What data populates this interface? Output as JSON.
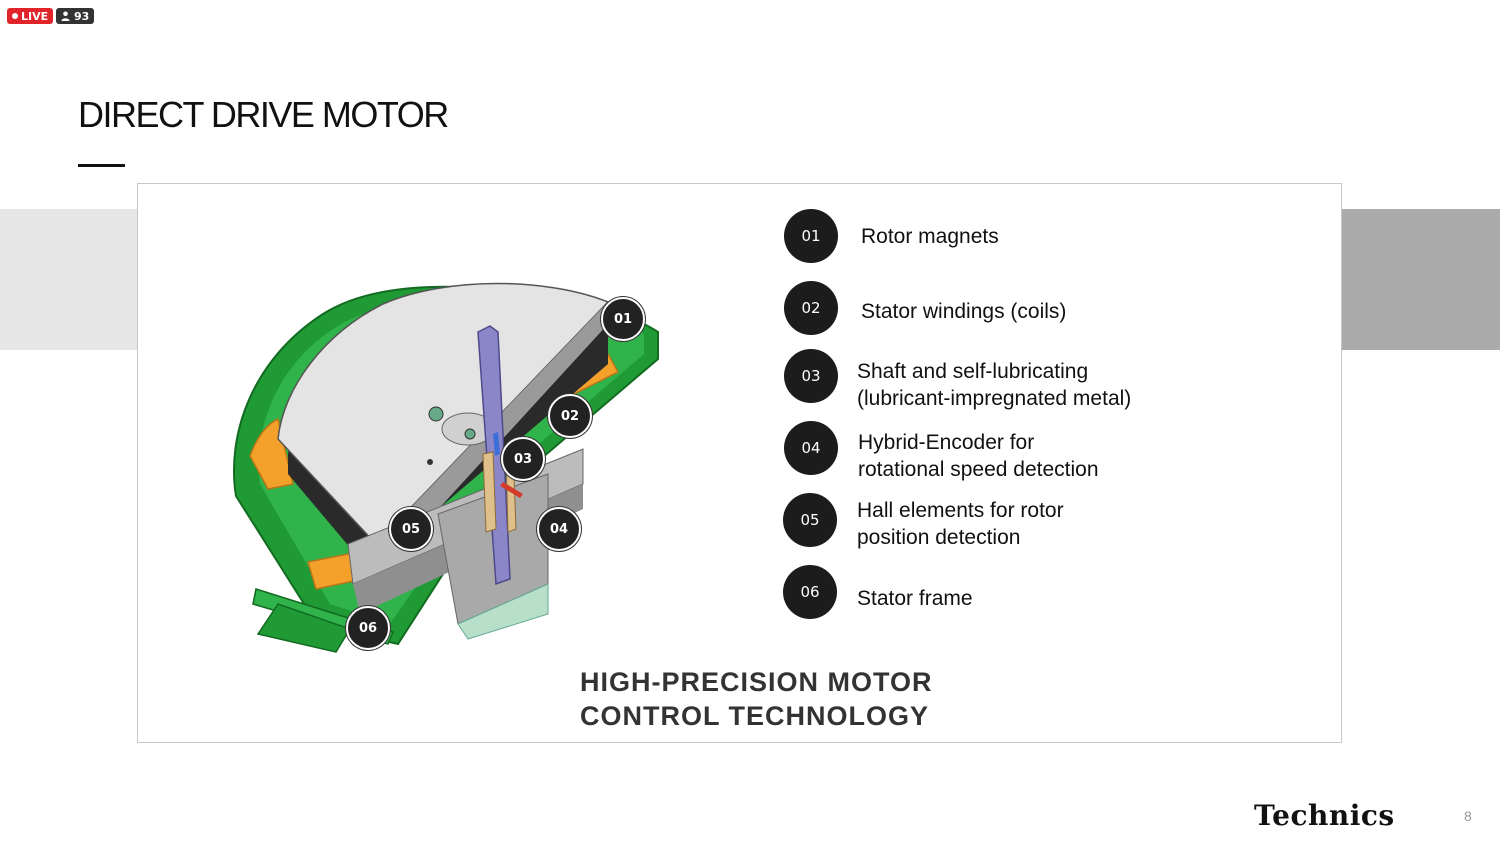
{
  "stream": {
    "live_label": "LIVE",
    "viewer_count": "93"
  },
  "slide": {
    "title": "DIRECT DRIVE MOTOR",
    "callouts": [
      "01",
      "02",
      "03",
      "04",
      "05",
      "06"
    ],
    "legend": [
      {
        "num": "01",
        "lines": [
          "Rotor magnets"
        ]
      },
      {
        "num": "02",
        "lines": [
          "Stator windings (coils)"
        ]
      },
      {
        "num": "03",
        "lines": [
          "Shaft and self-lubricating",
          "(lubricant-impregnated metal)"
        ]
      },
      {
        "num": "04",
        "lines": [
          "Hybrid-Encoder for",
          "rotational speed detection"
        ]
      },
      {
        "num": "05",
        "lines": [
          "Hall elements for rotor",
          "position detection"
        ]
      },
      {
        "num": "06",
        "lines": [
          "Stator frame"
        ]
      }
    ],
    "caption": [
      "HIGH-PRECISION MOTOR",
      "CONTROL TECHNOLOGY"
    ],
    "brand": "Technics",
    "page_number": "8"
  }
}
